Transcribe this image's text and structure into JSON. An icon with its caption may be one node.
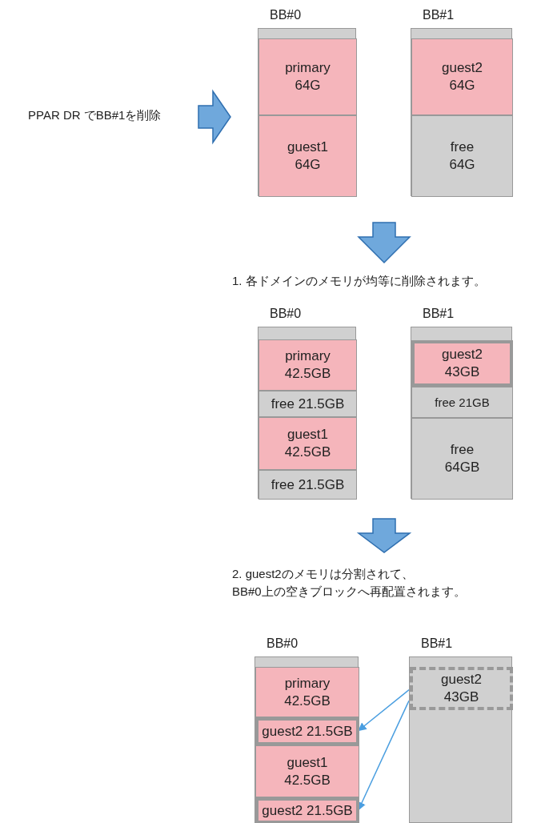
{
  "diagram": {
    "nodes": [
      {
        "text": [
          "PPAR DR でBB#1を削除"
        ]
      },
      {
        "text": [
          "BB#0"
        ]
      },
      {
        "text": [
          "primary 64G"
        ],
        "in": 1
      },
      {
        "text": [
          "guest1 64G"
        ],
        "in": 1
      },
      {
        "text": [
          "BB#1"
        ]
      },
      {
        "text": [
          "guest2 64G"
        ],
        "in": 4
      },
      {
        "text": [
          "free 64G"
        ],
        "in": 4
      },
      {
        "text": [
          "1. 各ドメインのメモリが均等に削除されます。"
        ]
      },
      {
        "text": [
          "BB#0"
        ]
      },
      {
        "text": [
          "primary 42.5GB"
        ],
        "in": 8
      },
      {
        "text": [
          "free 21.5GB"
        ],
        "in": 8
      },
      {
        "text": [
          "guest1 42.5GB"
        ],
        "in": 8
      },
      {
        "text": [
          "free 21.5GB"
        ],
        "in": 8
      },
      {
        "text": [
          "BB#1"
        ]
      },
      {
        "text": [
          "guest2 43GB"
        ],
        "in": 13
      },
      {
        "text": [
          "free 21GB"
        ],
        "in": 13
      },
      {
        "text": [
          "free 64GB"
        ],
        "in": 13
      },
      {
        "text": [
          "2. guest2のメモリは分割されて、 BB#0上の空きブロックへ再配置されます。"
        ]
      },
      {
        "text": [
          "BB#0"
        ]
      },
      {
        "text": [
          "primary 42.5GB"
        ],
        "in": 18
      },
      {
        "text": [
          "guest2 21.5GB"
        ],
        "in": 18
      },
      {
        "text": [
          "guest1 42.5GB"
        ],
        "in": 18
      },
      {
        "text": [
          "guest2 21.5GB"
        ],
        "in": 18
      },
      {
        "text": [
          "BB#1"
        ]
      },
      {
        "text": [
          "guest2 43GB"
        ],
        "in": 23
      }
    ],
    "edges": [
      {
        "from": 0,
        "to": 1,
        "arrow": "to",
        "style": "thick"
      },
      {
        "from": null,
        "to": 7,
        "arrow": "to",
        "style": "thick"
      },
      {
        "from": null,
        "to": 17,
        "arrow": "to",
        "style": "thick"
      },
      {
        "from": 24,
        "to": 20,
        "arrow": "to"
      },
      {
        "from": 24,
        "to": 22,
        "arrow": "to"
      }
    ]
  }
}
